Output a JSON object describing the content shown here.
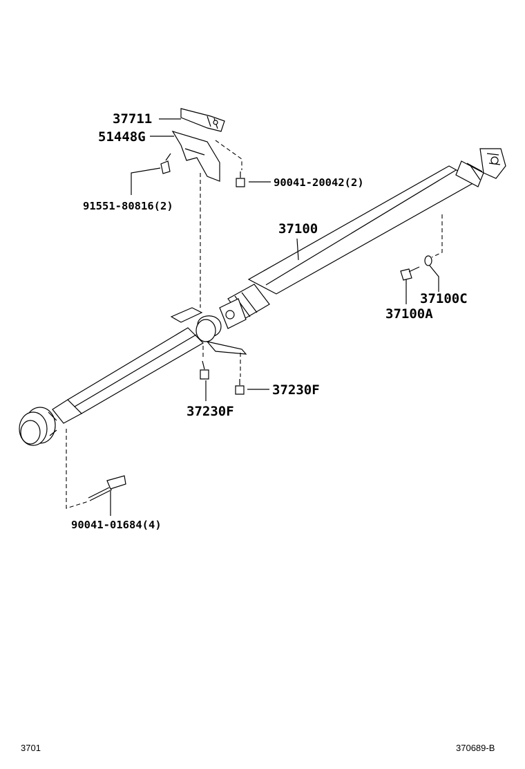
{
  "labels": {
    "p37711": "37711",
    "p51448g": "51448G",
    "p91551": "91551-80816(2)",
    "p90041a": "90041-20042(2)",
    "p37100": "37100",
    "p37100c": "37100C",
    "p37100a": "37100A",
    "p37230f_right": "37230F",
    "p37230f_left": "37230F",
    "p90041b": "90041-01684(4)"
  },
  "footer": {
    "left": "3701",
    "right": "370689-B"
  }
}
